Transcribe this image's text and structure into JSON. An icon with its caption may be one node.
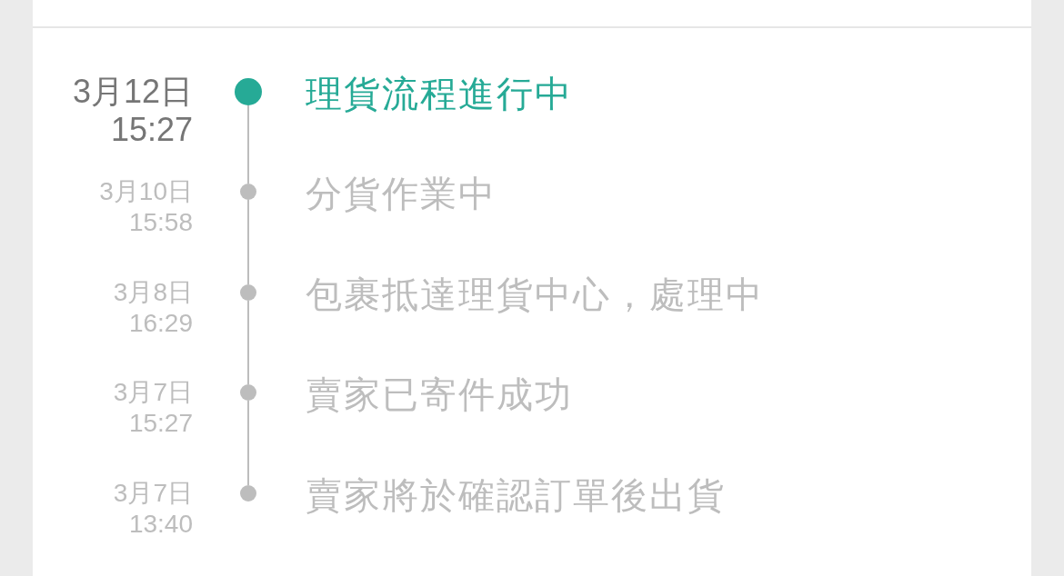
{
  "diagram": {
    "nodes": [
      {
        "text": [],
        "shape": "circle",
        "beside": [
          "3月12日",
          "15:27",
          "理貨流程進行中"
        ]
      },
      {
        "text": [],
        "shape": "circle",
        "beside": [
          "3月10日",
          "15:58",
          "分貨作業中"
        ]
      },
      {
        "text": [],
        "shape": "circle",
        "beside": [
          "3月8日",
          "16:29",
          "包裹抵達理貨中心，處理中"
        ]
      },
      {
        "text": [],
        "shape": "circle",
        "beside": [
          "3月7日",
          "15:27",
          "賣家已寄件成功"
        ]
      },
      {
        "text": [],
        "shape": "circle",
        "beside": [
          "3月7日",
          "13:40",
          "賣家將於確認訂單後出貨"
        ]
      }
    ],
    "edges": [
      {
        "from": 0,
        "to": 1,
        "arrow": "none"
      },
      {
        "from": 1,
        "to": 2,
        "arrow": "none"
      },
      {
        "from": 2,
        "to": 3,
        "arrow": "none"
      },
      {
        "from": 3,
        "to": 4,
        "arrow": "none"
      }
    ]
  }
}
